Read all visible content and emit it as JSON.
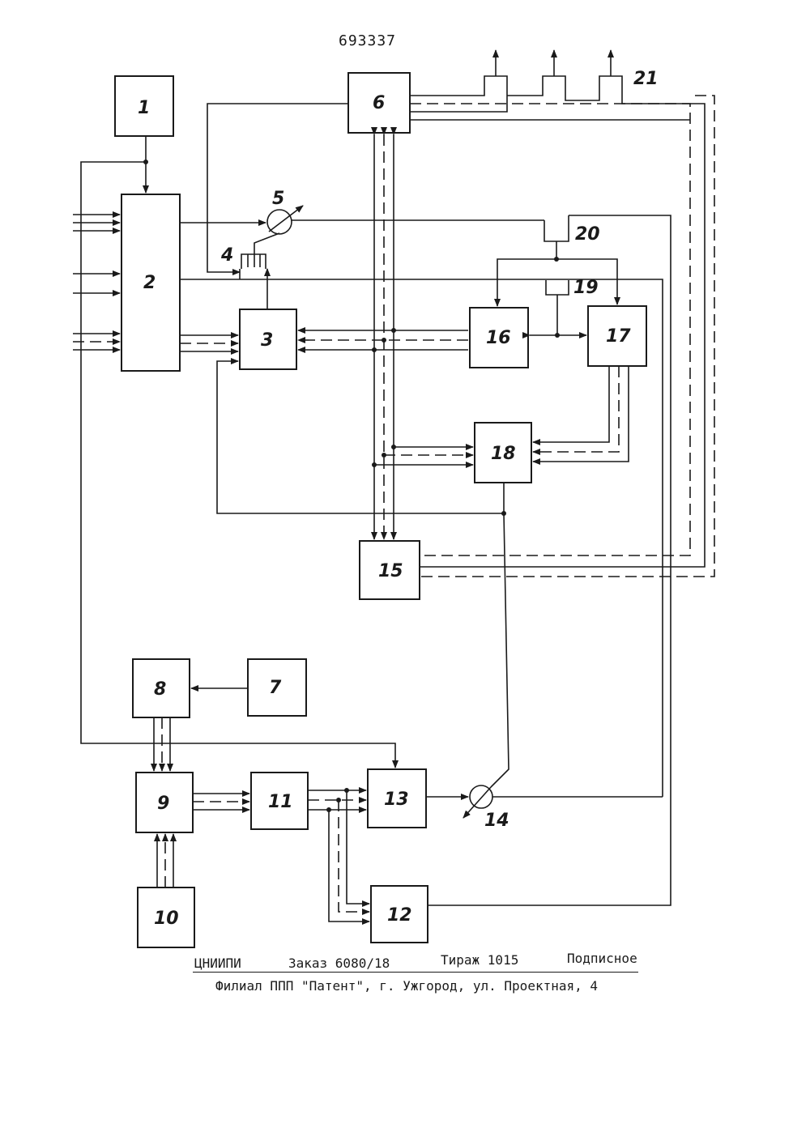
{
  "patent_number": "693337",
  "blocks": [
    {
      "id": "1"
    },
    {
      "id": "2"
    },
    {
      "id": "3"
    },
    {
      "id": "6"
    },
    {
      "id": "7"
    },
    {
      "id": "8"
    },
    {
      "id": "9"
    },
    {
      "id": "10"
    },
    {
      "id": "11"
    },
    {
      "id": "12"
    },
    {
      "id": "13"
    },
    {
      "id": "15"
    },
    {
      "id": "16"
    },
    {
      "id": "17"
    },
    {
      "id": "18"
    }
  ],
  "elements": {
    "label_4": "4",
    "label_5": "5",
    "label_14": "14",
    "label_19": "19",
    "label_20": "20",
    "label_21": "21"
  },
  "footer": {
    "org": "ЦНИИПИ",
    "order": "Заказ 6080/18",
    "circulation": "Тираж 1015",
    "subscription": "Подписное",
    "address": "Филиал ППП \"Патент\", г. Ужгород, ул. Проектная, 4"
  }
}
